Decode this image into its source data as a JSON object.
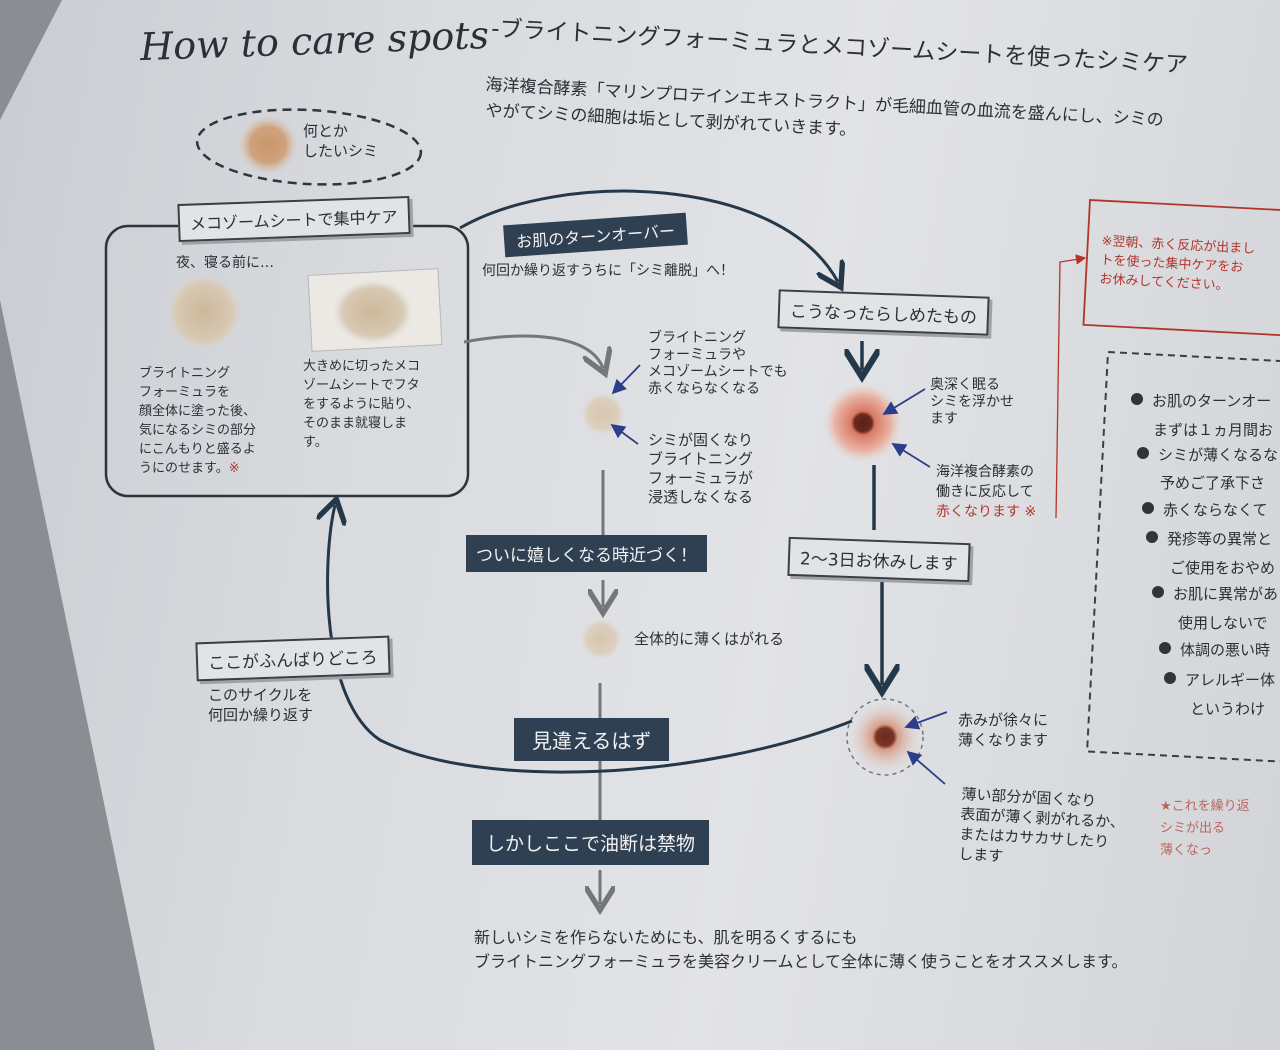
{
  "title": {
    "heading": "How to care spots",
    "subtitle": "-ブライトニングフォーミュラとメコゾームシートを使ったシミケア"
  },
  "intro": {
    "line1": "海洋複合酵素「マリンプロテインエキストラクト」が毛細血管の血流を盛んにし、シミの",
    "line2": "やがてシミの細胞は垢として剥がれていきます。"
  },
  "spot_callout": "何とか\nしたいシミ",
  "left_panel": {
    "header": "メコゾームシートで集中ケア",
    "before_bed": "夜、寝る前に…",
    "step1": "ブライトニング\nフォーミュラを\n顔全体に塗った後、\n気になるシミの部分\nにこんもりと盛るよ\nうにのせます。",
    "step1_mark": "※",
    "step2": "大きめに切ったメコ\nゾームシートでフタ\nをするように貼り、\nそのまま就寝しま\nす。"
  },
  "turnover": {
    "label": "お肌のターンオーバー",
    "sub": "何回か繰り返すうちに「シミ離脱」へ！"
  },
  "center": {
    "note_top": "ブライトニング\nフォーミュラや\nメコゾームシートでも\n赤くならなくなる",
    "note_bottom": "シミが固くなり\nブライトニング\nフォーミュラが\n浸透しなくなる",
    "banner_near": "ついに嬉しくなる時近づく！",
    "fade_text": "全体的に薄くはがれる",
    "banner_results": "見違えるはず",
    "banner_caution": "しかしここで油断は禁物"
  },
  "right_flow": {
    "header": "こうなったらしめたもの",
    "note_lift": "奥深く眠る\nシミを浮かせ\nます",
    "note_react": "海洋複合酵素の\n働きに反応して",
    "note_react_red": "赤くなります",
    "note_react_mark": "※",
    "rest": "2～3日お休みします",
    "note_fade": "赤みが徐々に\n薄くなります",
    "note_peel": "薄い部分が固くなり\n表面が薄く剥がれるか、\nまたはカサカサしたり\nします"
  },
  "cycle": {
    "label": "ここがふんばりどころ",
    "sub": "このサイクルを\n何回か繰り返す"
  },
  "warning_box": {
    "text": "※翌朝、赤く反応が出まし\nトを使った集中ケアをお\nお休みしてください。"
  },
  "notes_box": {
    "items": [
      "お肌のターンオー",
      "シミが薄くなるな",
      "赤くならなくて",
      "発疹等の異常と",
      "お肌に異常があ",
      "体調の悪い時",
      "アレルギー体"
    ],
    "subs": [
      "まずは１ヵ月間お",
      "予めご了承下さ",
      "ご使用をおやめ",
      "使用しないで",
      "というわけ"
    ]
  },
  "star_note": "★これを繰り返\nシミが出る\n薄くなっ",
  "footer": {
    "line1": "新しいシミを作らないためにも、肌を明るくするにも",
    "line2": "ブライトニングフォーミュラを美容クリームとして全体に薄く使うことをオススメします。"
  },
  "colors": {
    "banner_bg": "#2e4052",
    "accent_red": "#b2352b",
    "arrow_dark": "#24384a",
    "arrow_gray": "#74767a"
  }
}
